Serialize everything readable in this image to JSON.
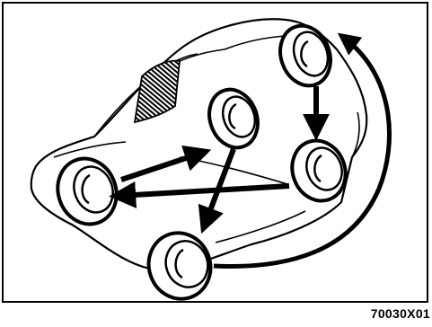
{
  "figure": {
    "code": "70030X01"
  },
  "colors": {
    "line": "#000000",
    "background": "#ffffff"
  },
  "wheels": [
    {
      "name": "rear-right-wheel"
    },
    {
      "name": "front-right-wheel"
    },
    {
      "name": "front-left-wheel"
    },
    {
      "name": "rear-left-wheel"
    },
    {
      "name": "spare-wheel"
    }
  ]
}
